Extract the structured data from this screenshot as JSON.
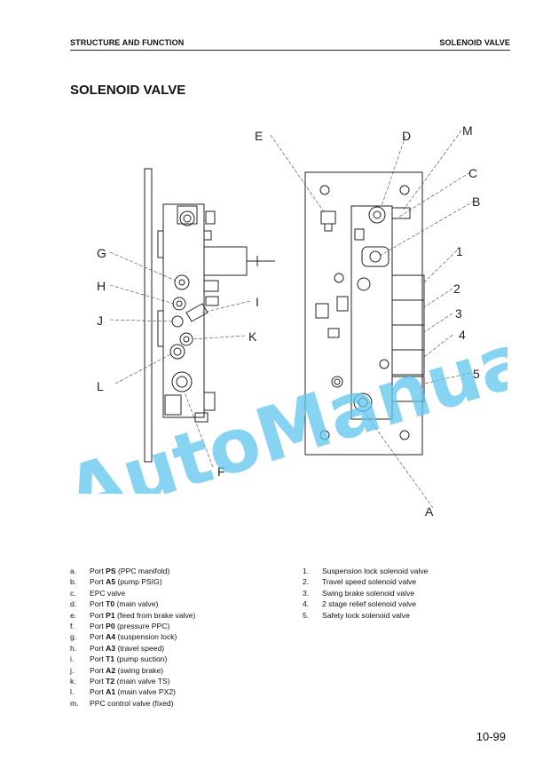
{
  "header": {
    "left": "STRUCTURE AND FUNCTION",
    "right": "SOLENOID VALVE"
  },
  "title": "SOLENOID VALVE",
  "diagram": {
    "callouts": [
      "A",
      "B",
      "C",
      "D",
      "E",
      "F",
      "G",
      "H",
      "I",
      "J",
      "K",
      "L",
      "M",
      "1",
      "2",
      "3",
      "4",
      "5"
    ]
  },
  "legend_ports": [
    {
      "key": "a.",
      "pre": "Port ",
      "bold": "PS",
      "post": " (PPC manifold)"
    },
    {
      "key": "b.",
      "pre": "Port ",
      "bold": "A5",
      "post": " (pump PSIG)"
    },
    {
      "key": "c.",
      "pre": "",
      "bold": "",
      "post": "EPC valve"
    },
    {
      "key": "d.",
      "pre": "Port ",
      "bold": "T0",
      "post": " (main valve)"
    },
    {
      "key": "e.",
      "pre": "Port ",
      "bold": "P1",
      "post": " (feed from brake valve)"
    },
    {
      "key": "f.",
      "pre": "Port ",
      "bold": "P0",
      "post": " (pressure PPC)"
    },
    {
      "key": "g.",
      "pre": "Port ",
      "bold": "A4",
      "post": " (suspension lock)"
    },
    {
      "key": "h.",
      "pre": "Port ",
      "bold": "A3",
      "post": " (travel speed)"
    },
    {
      "key": "i.",
      "pre": "Port ",
      "bold": "T1",
      "post": " (pump suction)"
    },
    {
      "key": "j.",
      "pre": "Port ",
      "bold": "A2",
      "post": " (swing brake)"
    },
    {
      "key": "k.",
      "pre": "Port ",
      "bold": "T2",
      "post": " (main valve TS)"
    },
    {
      "key": "l.",
      "pre": "Port ",
      "bold": "A1",
      "post": " (main valve PX2)"
    },
    {
      "key": "m.",
      "pre": "",
      "bold": "",
      "post": "PPC control valve (fixed)"
    }
  ],
  "legend_valves": [
    {
      "key": "1.",
      "text": "Suspension lock solenoid valve"
    },
    {
      "key": "2.",
      "text": "Travel speed solenoid valve"
    },
    {
      "key": "3.",
      "text": "Swing brake solenoid valve"
    },
    {
      "key": "4.",
      "text": "2 stage relief solenoid valve"
    },
    {
      "key": "5.",
      "text": "Safety lock solenoid valve"
    }
  ],
  "watermark": "AutoManual",
  "page_number": "10-99",
  "colors": {
    "watermark": "#5ec4ee",
    "line": "#222222"
  }
}
